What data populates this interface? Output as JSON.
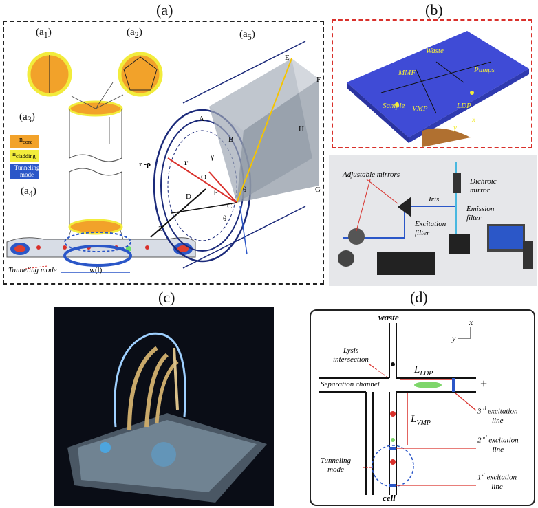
{
  "panels": {
    "a": {
      "label": "(a)",
      "sub": {
        "a1": "(a",
        "a1n": "1",
        "a1c": ")",
        "a2": "(a",
        "a2n": "2",
        "a2c": ")",
        "a3": "(a",
        "a3n": "3",
        "a3c": ")",
        "a4": "(a",
        "a4n": "4",
        "a4c": ")",
        "a5": "(a",
        "a5n": "5",
        "a5c": ")"
      },
      "legend": {
        "core_n": "n",
        "core_sub": "core",
        "clad_n": "n",
        "clad_sub": "cladding",
        "tunnel1": "Tunneling",
        "tunnel2": "mode"
      },
      "tunneling_mode": "Tunneling mode",
      "width_label": "w(l)",
      "fiber_labels": {
        "E": "E",
        "F": "F",
        "G": "G",
        "H": "H",
        "A": "A",
        "B": "B",
        "C": "C",
        "D": "D",
        "O": "O",
        "Z": "Z",
        "r": "r",
        "r_minus": "r -ρ",
        "rho": "ρ",
        "gamma": "γ",
        "theta": "θ",
        "theta2": "θ"
      }
    },
    "b": {
      "label": "(b)",
      "chip_labels": {
        "waste": "Waste",
        "mmf": "MMF",
        "pumps": "Pumps",
        "sample": "Sample",
        "vmp": "VMP",
        "ldp": "LDP",
        "x": "x",
        "y": "y"
      },
      "setup_labels": {
        "adjustable_mirrors": "Adjustable mirrors",
        "iris": "Iris",
        "dichroic": "Dichroic",
        "mirror": "mirror",
        "excitation": "Excitation",
        "filter": "filter",
        "emission": "Emission",
        "filter2": "filter"
      }
    },
    "c": {
      "label": "(c)"
    },
    "d": {
      "label": "(d)",
      "waste": "waste",
      "cell": "cell",
      "x": "x",
      "y": "y",
      "lysis1": "Lysis",
      "lysis2": "intersection",
      "separation": "Separation channel",
      "l_ldp": "L",
      "l_ldp_sub": "LDP",
      "l_vmp": "L",
      "l_vmp_sub": "VMP",
      "plus": "+",
      "ex3a": "3",
      "ex3sup": "rd",
      "ex3b": " excitation",
      "ex2a": "2",
      "ex2sup": "nd",
      "ex2b": " excitation",
      "ex1a": "1",
      "ex1sup": "st",
      "ex1b": " excitation",
      "line": "line",
      "tunneling1": "Tunneling",
      "tunneling2": "mode"
    }
  },
  "colors": {
    "core": "#f2a22a",
    "cladding": "#f2ec3c",
    "tunnel": "#2b57c8",
    "dash_red": "#d9302b",
    "navy": "#1b2a7a"
  }
}
